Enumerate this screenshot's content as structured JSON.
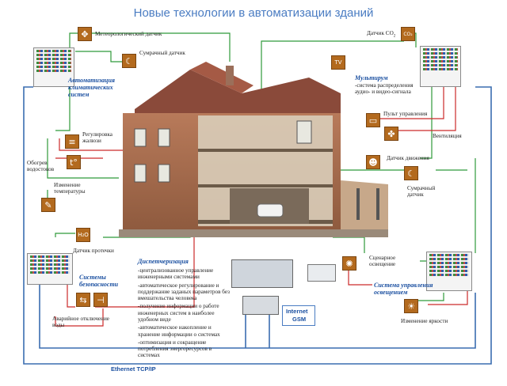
{
  "title": "Новые технологии в автоматизации зданий",
  "labels": {
    "weather_sensor": "Метеорологический датчик",
    "twilight_sensor_top": "Сумрачный датчик",
    "co2_sensor": "Датчик CO",
    "co2_sub": "2",
    "climate_header": "Автоматизация климатических систем",
    "multiroom_header": "Мультирум",
    "multiroom_desc": "-система распределения аудио- и видео-сигнала",
    "remote_control": "Пульт управления",
    "ventilation": "Вентиляция",
    "blinds": "Регулировка жалюзи",
    "gutter_heating": "Обогрев водостоков",
    "temp_change": "Изменение температуры",
    "motion_sensor": "Датчик движения",
    "twilight_sensor_right": "Сумрачный датчик",
    "leak_sensor": "Датчик протечки",
    "security_header": "Системы безопасности",
    "water_shutoff": "Аварийное отключение воды",
    "scenario_lighting": "Сценарное освещение",
    "lighting_header": "Система управления освещением",
    "brightness": "Изменение яркости",
    "dispatch_header": "Диспетчеризация",
    "internet": "Internet",
    "gsm": "GSM",
    "ethernet": "Ethernet TCP/IP"
  },
  "dispatch_items": [
    "-централизованное управление инженерными системами",
    "-автоматическое регулирование и поддержание заданых параметров без вмешательства человека",
    "-получение информации о работе инженерных систем в наиболее удобном виде",
    "-автоматическое накопление и хранение информации о системах",
    "-оптимизация и сокращение потребления энергоресурсов в системах"
  ],
  "icons": {
    "weather": "compass",
    "twilight_top": "moon",
    "co2": "co2",
    "tv": "TV",
    "remote": "remote",
    "fan": "fan",
    "blinds": "blinds",
    "thermometer": "thermometer",
    "temperature": "thermostat",
    "motion": "person",
    "twilight_right": "moon",
    "leak": "water",
    "valve": "valve",
    "bulb": "bulb",
    "dimmer": "sun"
  },
  "colors": {
    "title": "#4a7cc2",
    "header": "#1a4fa0",
    "icon": "#b36a1e",
    "line_green": "#2f9a3a",
    "line_red": "#cc2a2a",
    "line_blue": "#3a6db0"
  }
}
